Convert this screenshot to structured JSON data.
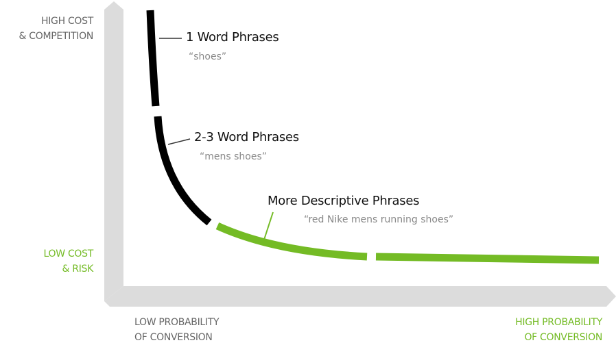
{
  "y_axis": {
    "top_label": [
      "HIGH COST",
      "& COMPETITION"
    ],
    "bottom_label": [
      "LOW COST",
      "& RISK"
    ]
  },
  "x_axis": {
    "left_label": [
      "LOW PROBABILITY",
      "OF CONVERSION"
    ],
    "right_label": [
      "HIGH PROBABILITY",
      "OF CONVERSION"
    ]
  },
  "segments": [
    {
      "title": "1 Word Phrases",
      "example": "“shoes”"
    },
    {
      "title": "2-3 Word Phrases",
      "example": "“mens shoes”"
    },
    {
      "title": "More Descriptive Phrases",
      "example": "“red Nike mens running shoes”"
    }
  ],
  "colors": {
    "black": "#000000",
    "green": "#74bb25",
    "axis": "#dcdcdc",
    "axis_shadow": "#cfcfcf"
  }
}
